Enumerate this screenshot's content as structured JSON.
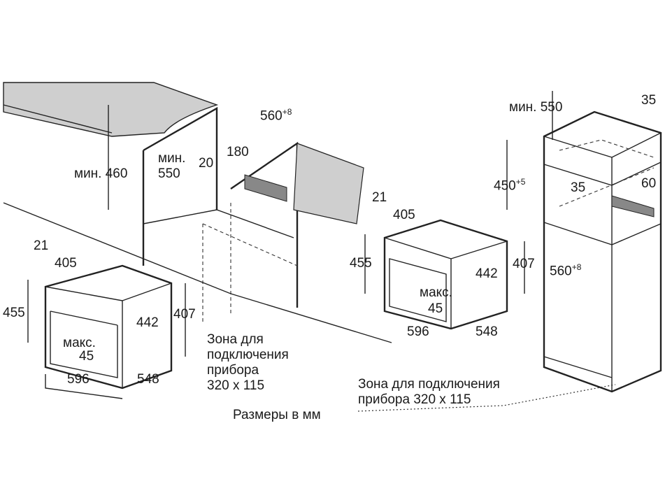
{
  "left_diagram": {
    "min_460": "мин. 460",
    "niche_width": "560",
    "niche_width_tol": "+8",
    "d180": "180",
    "min_label": "мин.",
    "d550": "550",
    "d20": "20",
    "d21": "21",
    "d405": "405",
    "d455": "455",
    "d442": "442",
    "d407": "407",
    "max_label": "макс.",
    "d45": "45",
    "d596": "596",
    "d548": "548",
    "zone_lines": [
      "Зона для",
      "подключения",
      "прибора",
      "320 x 115"
    ]
  },
  "middle_diagram": {
    "d21": "21",
    "d405": "405",
    "d455": "455",
    "d442": "442",
    "d407": "407",
    "max_label": "макс.",
    "d45": "45",
    "d596": "596",
    "d548": "548",
    "zone_line1": "Зона для подключения",
    "zone_line2": "прибора 320 x 115"
  },
  "right_diagram": {
    "min_550": "мин. 550",
    "d35_top": "35",
    "d450": "450",
    "d450_tol": "+5",
    "d35": "35",
    "d60": "60",
    "d560": "560",
    "d560_tol": "+8"
  },
  "footer": {
    "units_note": "Размеры в мм"
  }
}
